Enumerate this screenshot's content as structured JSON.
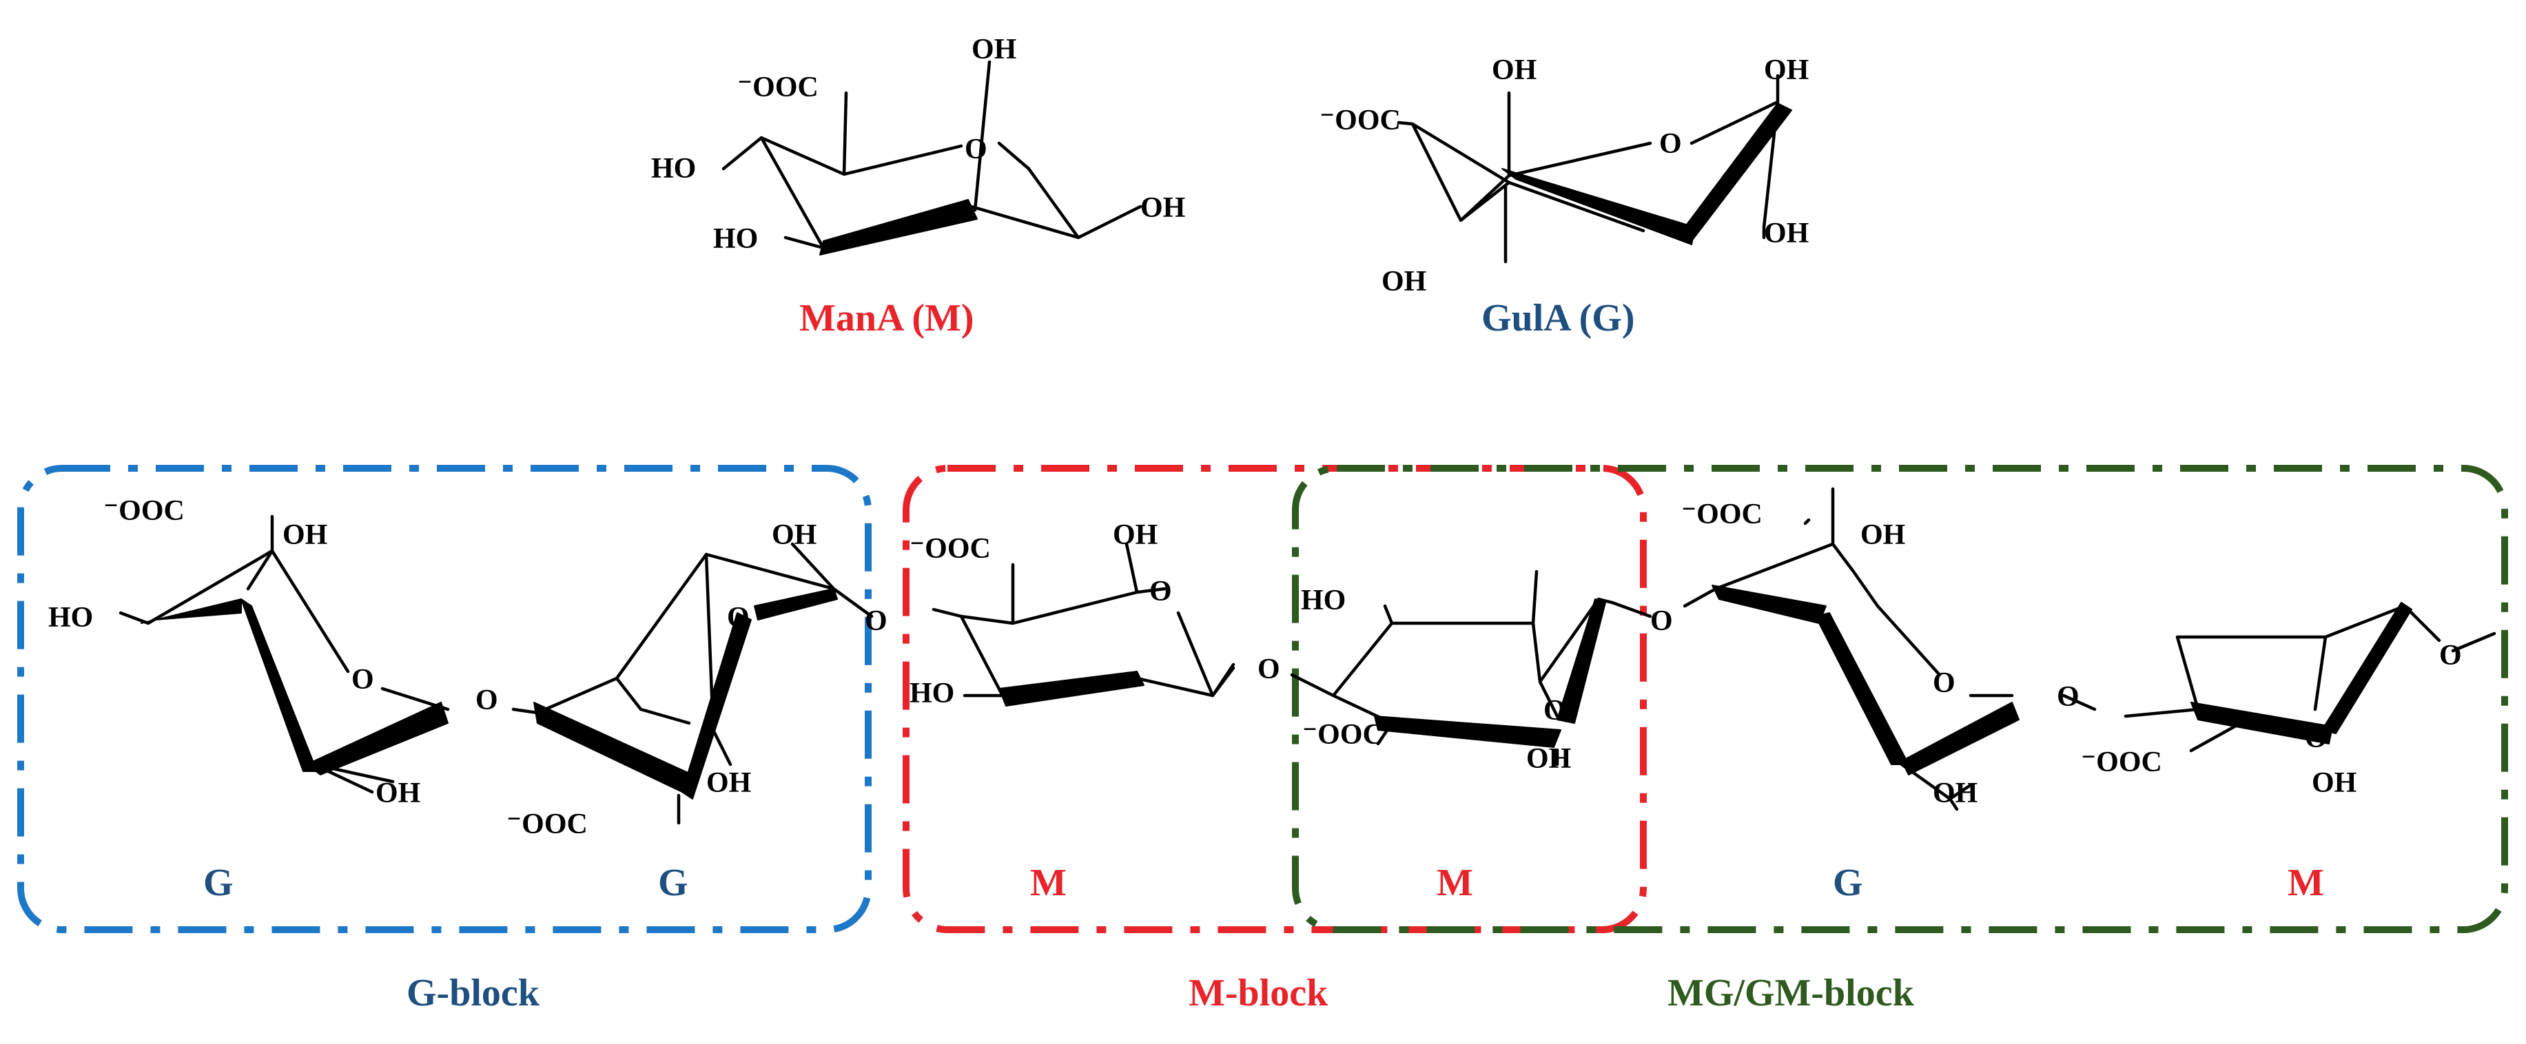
{
  "colors": {
    "m_red": "#e8242b",
    "g_blue": "#1f4f7f",
    "g_box_blue": "#1e78c8",
    "mg_green": "#2e5a1f",
    "bond_black": "#000000"
  },
  "monomers": {
    "mana": {
      "title": "ManA (M)",
      "atoms": {
        "coo": "⁻OOC",
        "oh_top": "OH",
        "ring_o": "O",
        "ho_left": "HO",
        "ho_bottom": "HO",
        "oh_right": "OH"
      }
    },
    "gula": {
      "title": "GulA (G)",
      "atoms": {
        "coo": "⁻OOC",
        "oh_top": "OH",
        "oh_anomeric": "OH",
        "ring_o": "O",
        "oh_bottom": "OH",
        "oh_right": "OH"
      }
    }
  },
  "chain": {
    "units": [
      {
        "label": "G",
        "atoms": {
          "coo": "⁻OOC",
          "oh_top": "OH",
          "ho_left": "HO",
          "ring_o": "O",
          "oh_bottom": "OH"
        }
      },
      {
        "label": "G",
        "atoms": {
          "link_o": "O",
          "oh_top": "OH",
          "ring_o": "O",
          "coo": "⁻OOC",
          "oh_bottom": "OH"
        }
      },
      {
        "label": "M",
        "atoms": {
          "link_o": "O",
          "coo": "⁻OOC",
          "oh_top": "OH",
          "ring_o": "O",
          "ho_bottom": "HO"
        }
      },
      {
        "label": "M",
        "atoms": {
          "link_o": "O",
          "ho_top": "HO",
          "ring_o": "O",
          "coo": "⁻OOC",
          "oh_bottom": "OH"
        }
      },
      {
        "label": "G",
        "atoms": {
          "link_o": "O",
          "coo": "⁻OOC",
          "oh_top": "OH",
          "ring_o": "O",
          "oh_bottom": "OH"
        }
      },
      {
        "label": "M",
        "atoms": {
          "link_o": "O",
          "ring_o": "O",
          "coo": "⁻OOC",
          "oh_bottom": "OH",
          "end_o": "O"
        }
      }
    ],
    "blocks": [
      {
        "label": "G-block",
        "color": "#1f4f7f"
      },
      {
        "label": "M-block",
        "color": "#e8242b"
      },
      {
        "label": "MG/GM-block",
        "color": "#2e5a1f"
      }
    ]
  }
}
